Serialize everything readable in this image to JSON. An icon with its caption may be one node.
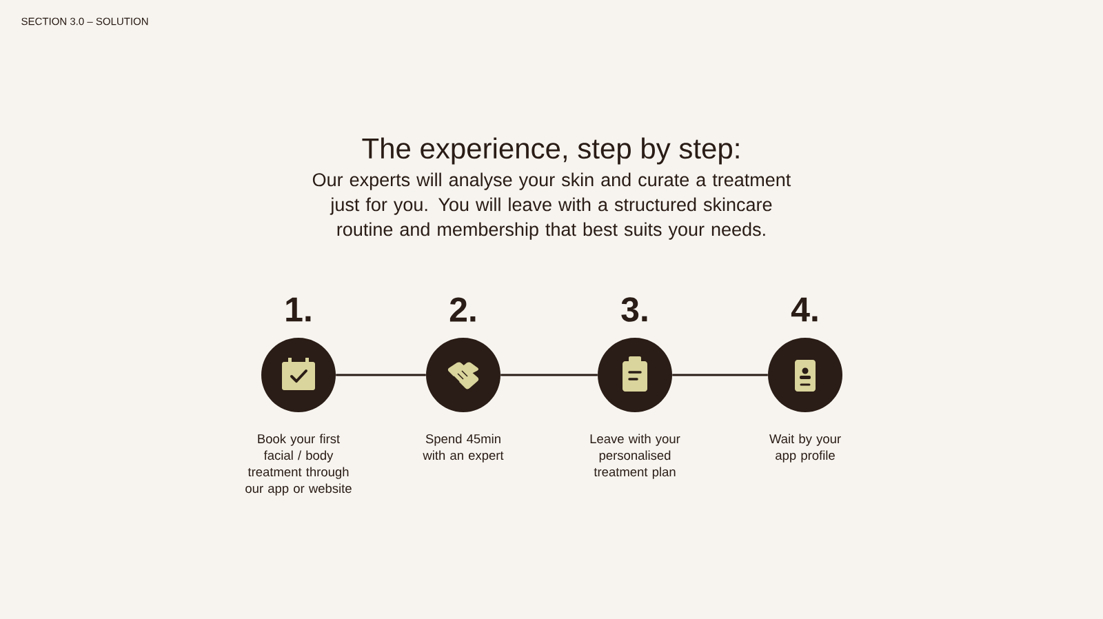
{
  "diagram": {
    "title": "The experience, step by step:",
    "caption": "Our experts will analyse your skin and curate a treatment just for you. You will leave with a structured skincare routine and membership that best suits your needs.",
    "nodes": [
      {
        "text": [],
        "shape": "circle",
        "beside": [
          "1.",
          "Book your first facial / body treatment through our app or website"
        ]
      },
      {
        "text": [],
        "shape": "circle",
        "beside": [
          "2.",
          "Spend 45min with an expert"
        ]
      },
      {
        "text": [],
        "shape": "circle",
        "beside": [
          "3.",
          "Leave with your personalised treatment plan"
        ]
      },
      {
        "text": [],
        "shape": "circle",
        "beside": [
          "4.",
          "Wait by your app profile"
        ]
      }
    ],
    "edges": [
      {
        "from": 0,
        "to": 1,
        "arrow": "none"
      },
      {
        "from": 1,
        "to": 2,
        "arrow": "none"
      },
      {
        "from": 2,
        "to": 3,
        "arrow": "none"
      }
    ],
    "labels": [
      "SECTION 3.0 – SOLUTION"
    ]
  }
}
